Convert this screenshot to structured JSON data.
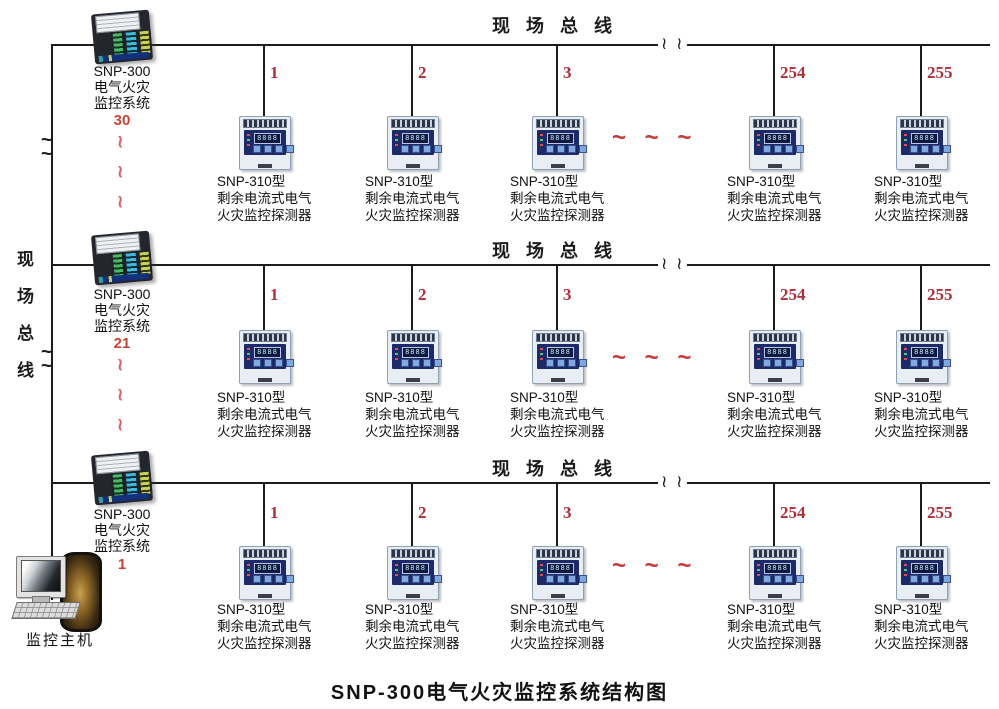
{
  "title": "SNP-300电气火灾监控系统结构图",
  "colors": {
    "line": "#1b1b1b",
    "detector_number_red": "#ad2f3a",
    "controller_number_red": "#cc4431",
    "tilde_red": "#c43b3b"
  },
  "icons": {
    "bus_break": "≀ ≀",
    "wire_break": "~",
    "red_squiggle": "≀"
  },
  "left_bus": {
    "chars": [
      "现",
      "场",
      "总",
      "线"
    ]
  },
  "host": {
    "label": "监控主机"
  },
  "detector_device": {
    "display": "8888"
  },
  "rows": [
    {
      "bus_label": "现场总线",
      "controller": {
        "model": "SNP-300",
        "line2": "电气火灾",
        "line3": "监控系统",
        "address": "30"
      },
      "ellipsis": "~ ~ ~",
      "detectors": [
        {
          "address": "1",
          "model": "SNP-310型",
          "line2": "剩余电流式电气",
          "line3": "火灾监控探测器"
        },
        {
          "address": "2",
          "model": "SNP-310型",
          "line2": "剩余电流式电气",
          "line3": "火灾监控探测器"
        },
        {
          "address": "3",
          "model": "SNP-310型",
          "line2": "剩余电流式电气",
          "line3": "火灾监控探测器"
        },
        {
          "address": "254",
          "model": "SNP-310型",
          "line2": "剩余电流式电气",
          "line3": "火灾监控探测器"
        },
        {
          "address": "255",
          "model": "SNP-310型",
          "line2": "剩余电流式电气",
          "line3": "火灾监控探测器"
        }
      ]
    },
    {
      "bus_label": "现场总线",
      "controller": {
        "model": "SNP-300",
        "line2": "电气火灾",
        "line3": "监控系统",
        "address": "21"
      },
      "ellipsis": "~ ~ ~",
      "detectors": [
        {
          "address": "1",
          "model": "SNP-310型",
          "line2": "剩余电流式电气",
          "line3": "火灾监控探测器"
        },
        {
          "address": "2",
          "model": "SNP-310型",
          "line2": "剩余电流式电气",
          "line3": "火灾监控探测器"
        },
        {
          "address": "3",
          "model": "SNP-310型",
          "line2": "剩余电流式电气",
          "line3": "火灾监控探测器"
        },
        {
          "address": "254",
          "model": "SNP-310型",
          "line2": "剩余电流式电气",
          "line3": "火灾监控探测器"
        },
        {
          "address": "255",
          "model": "SNP-310型",
          "line2": "剩余电流式电气",
          "line3": "火灾监控探测器"
        }
      ]
    },
    {
      "bus_label": "现场总线",
      "controller": {
        "model": "SNP-300",
        "line2": "电气火灾",
        "line3": "监控系统",
        "address": "1"
      },
      "ellipsis": "~ ~ ~",
      "detectors": [
        {
          "address": "1",
          "model": "SNP-310型",
          "line2": "剩余电流式电气",
          "line3": "火灾监控探测器"
        },
        {
          "address": "2",
          "model": "SNP-310型",
          "line2": "剩余电流式电气",
          "line3": "火灾监控探测器"
        },
        {
          "address": "3",
          "model": "SNP-310型",
          "line2": "剩余电流式电气",
          "line3": "火灾监控探测器"
        },
        {
          "address": "254",
          "model": "SNP-310型",
          "line2": "剩余电流式电气",
          "line3": "火灾监控探测器"
        },
        {
          "address": "255",
          "model": "SNP-310型",
          "line2": "剩余电流式电气",
          "line3": "火灾监控探测器"
        }
      ]
    }
  ]
}
